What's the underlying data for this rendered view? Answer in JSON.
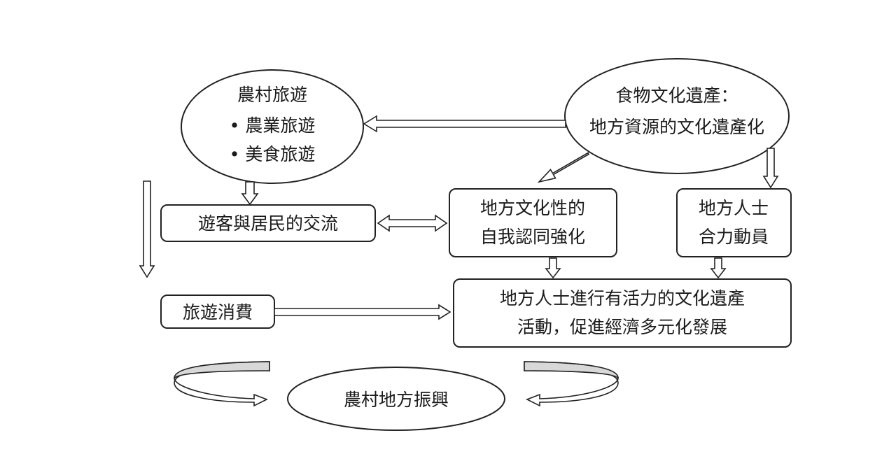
{
  "nodes": {
    "rural_tourism": {
      "title": "農村旅遊",
      "items": [
        "• 農業旅遊",
        "• 美食旅遊"
      ]
    },
    "food_heritage": {
      "line1": "食物文化遺產：",
      "line2": "地方資源的文化遺產化"
    },
    "visitor_exchange": {
      "label": "遊客與居民的交流"
    },
    "identity": {
      "line1": "地方文化性的",
      "line2": "自我認同強化"
    },
    "mobilization": {
      "line1": "地方人士",
      "line2": "合力動員"
    },
    "tourism_consumption": {
      "label": "旅遊消費"
    },
    "heritage_activity": {
      "line1": "地方人士進行有活力的文化遺產",
      "line2": "活動，促進經濟多元化發展"
    },
    "revitalization": {
      "label": "農村地方振興"
    }
  }
}
